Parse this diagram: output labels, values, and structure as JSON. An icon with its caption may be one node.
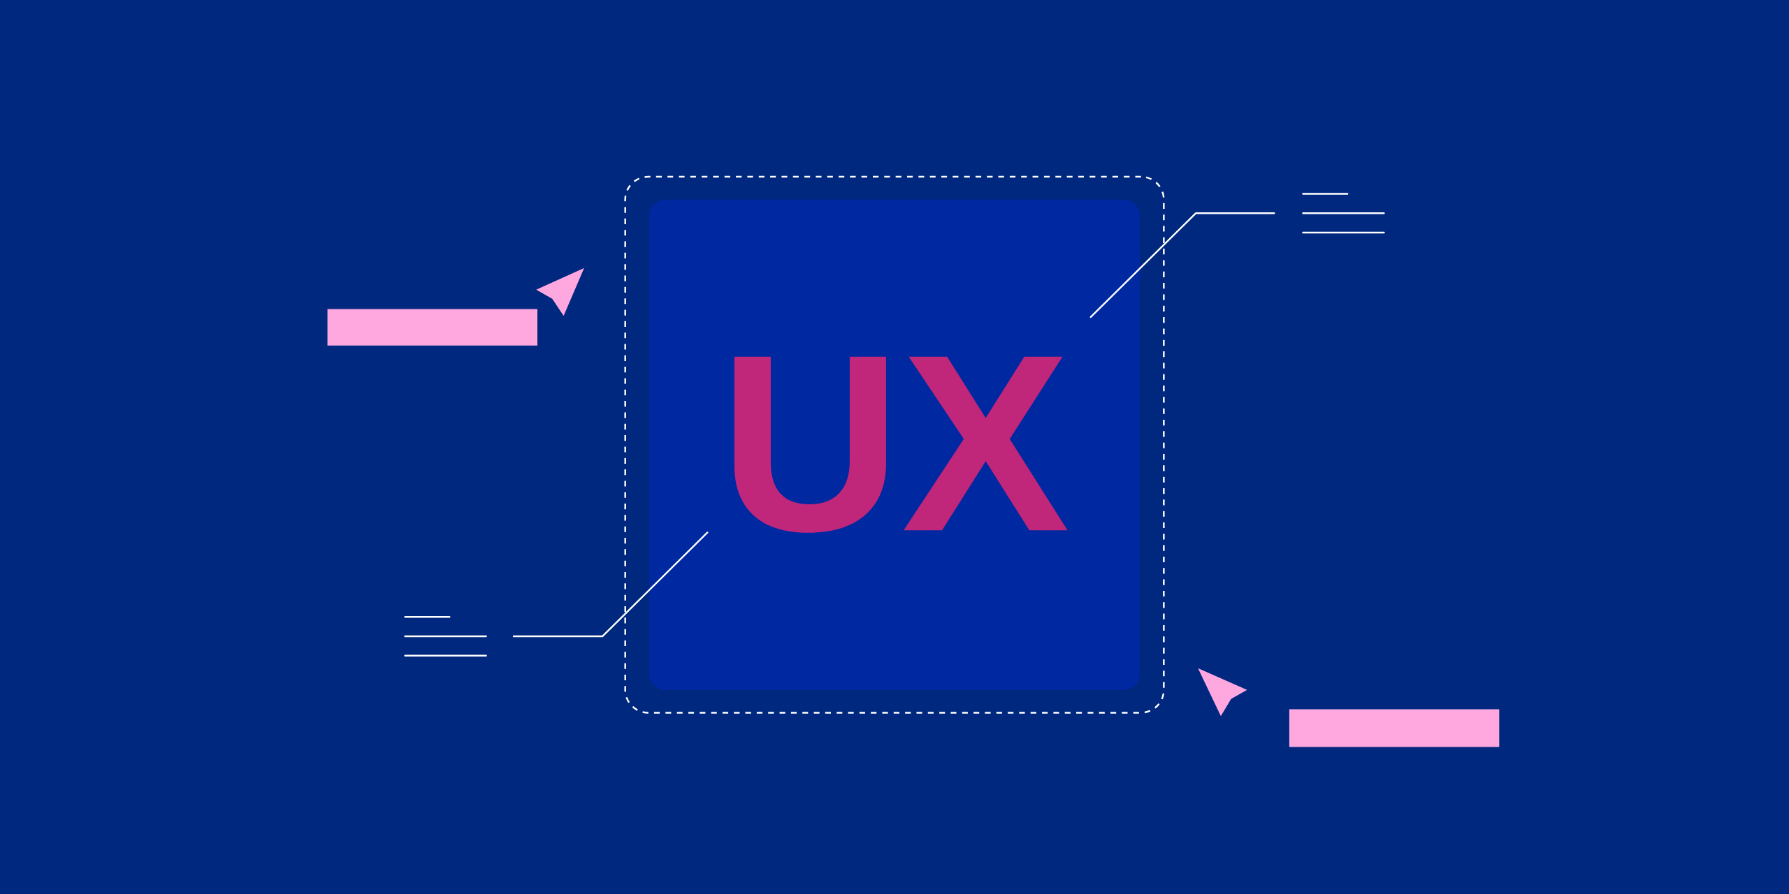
{
  "diagram": {
    "nodes": [
      {
        "text": [],
        "shape": "box"
      },
      {
        "text": [
          "UX"
        ],
        "in": 0
      },
      {
        "text": [],
        "shape": "picture"
      },
      {
        "text": [],
        "shape": "picture"
      }
    ],
    "edges": [
      {
        "from": 2,
        "to": 1,
        "arrow": "none"
      },
      {
        "from": 3,
        "to": 1,
        "arrow": "none"
      }
    ]
  }
}
